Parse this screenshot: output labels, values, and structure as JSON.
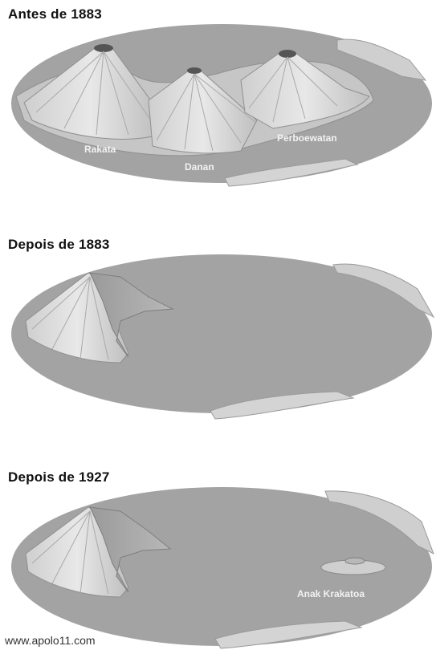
{
  "panels": [
    {
      "title": "Antes de 1883",
      "labels": [
        "Rakata",
        "Danan",
        "Perboewatan"
      ]
    },
    {
      "title": "Depois de 1883",
      "labels": []
    },
    {
      "title": "Depois de 1927",
      "labels": [
        "Anak Krakatoa"
      ]
    }
  ],
  "watermark": "www.apolo11.com",
  "colors": {
    "sea": "#a2a2a2",
    "island": "#d9d9d9",
    "island_shade": "#bdbdbd",
    "rim": "#8a8a8a"
  }
}
